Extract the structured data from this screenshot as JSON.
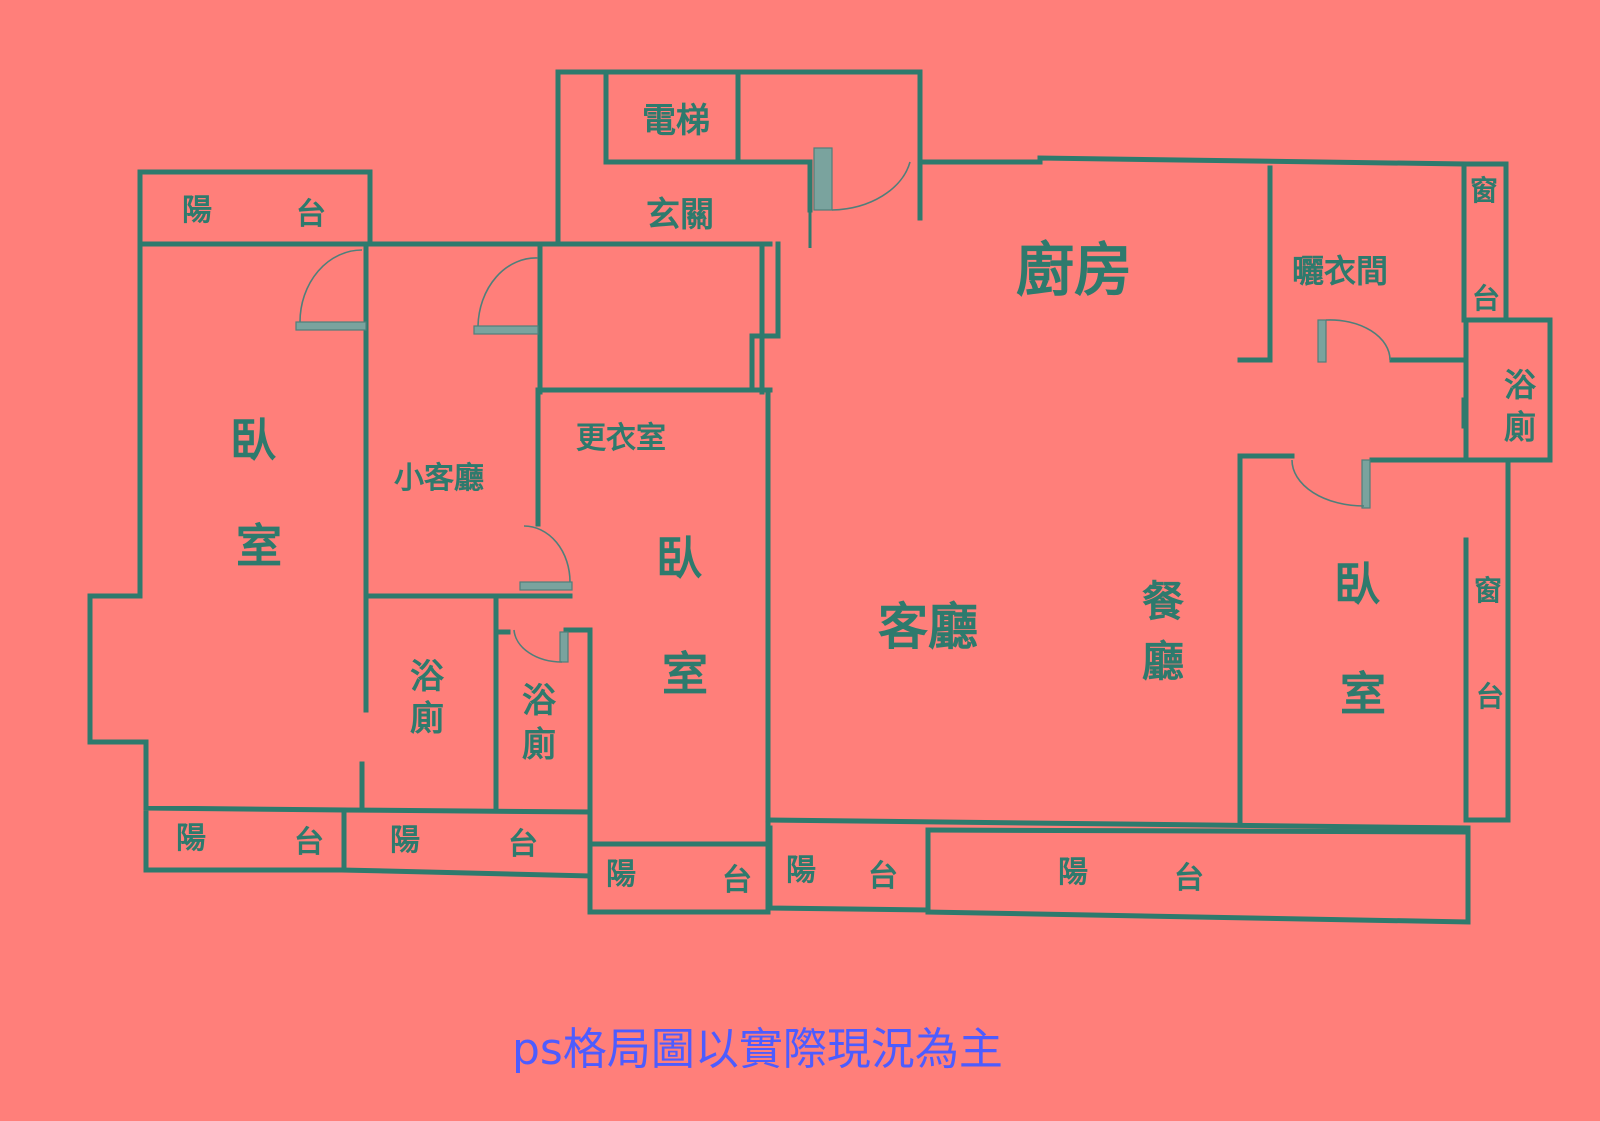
{
  "rooms": {
    "balcony_top": {
      "a": "陽",
      "b": "台"
    },
    "elevator": "電梯",
    "entrance": "玄關",
    "kitchen": "廚房",
    "walk_in_closet": "曬衣間",
    "window_top": {
      "a": "窗",
      "b": "台"
    },
    "bath_right": {
      "a": "浴",
      "b": "廁"
    },
    "bedroom_left": {
      "a": "臥",
      "b": "室"
    },
    "small_living": "小客廳",
    "dressing_room": "更衣室",
    "bedroom_middle": {
      "a": "臥",
      "b": "室"
    },
    "living_room": "客廳",
    "dining_room": {
      "a": "餐",
      "b": "廳"
    },
    "bedroom_right": {
      "a": "臥",
      "b": "室"
    },
    "window_right": {
      "a": "窗",
      "b": "台"
    },
    "bath_1": {
      "a": "浴",
      "b": "廁"
    },
    "bath_2": {
      "a": "浴",
      "b": "廁"
    },
    "balcony_bottom_1": {
      "a": "陽",
      "b": "台"
    },
    "balcony_bottom_2": {
      "a": "陽",
      "b": "台"
    },
    "balcony_bottom_3": {
      "a": "陽",
      "b": "台"
    },
    "balcony_bottom_4": {
      "a": "陽",
      "b": "台"
    },
    "balcony_bottom_5": {
      "a": "陽",
      "b": "台"
    }
  },
  "note": "ps格局圖以實際現況為主",
  "colors": {
    "background": "#ff7f7a",
    "wall": "#2e7a6d",
    "note": "#4d5cff"
  }
}
